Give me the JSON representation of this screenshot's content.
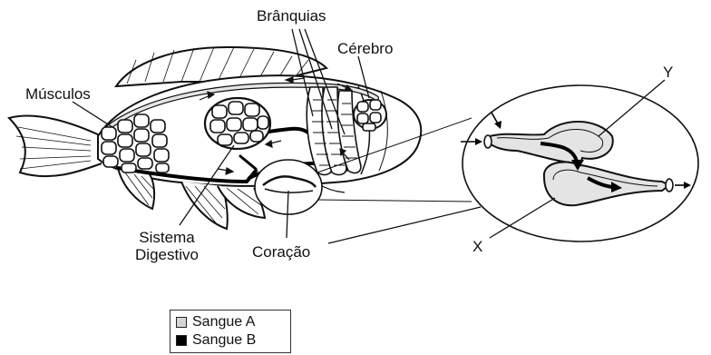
{
  "labels": {
    "branquias": "Brânquias",
    "cerebro": "Cérebro",
    "musculos": "Músculos",
    "sistema_digestivo_line1": "Sistema",
    "sistema_digestivo_line2": "Digestivo",
    "coracao": "Coração",
    "x": "X",
    "y": "Y"
  },
  "legend": {
    "items": [
      {
        "label": "Sangue A",
        "color": "#d6d6d6"
      },
      {
        "label": "Sangue B",
        "color": "#000000"
      }
    ]
  }
}
